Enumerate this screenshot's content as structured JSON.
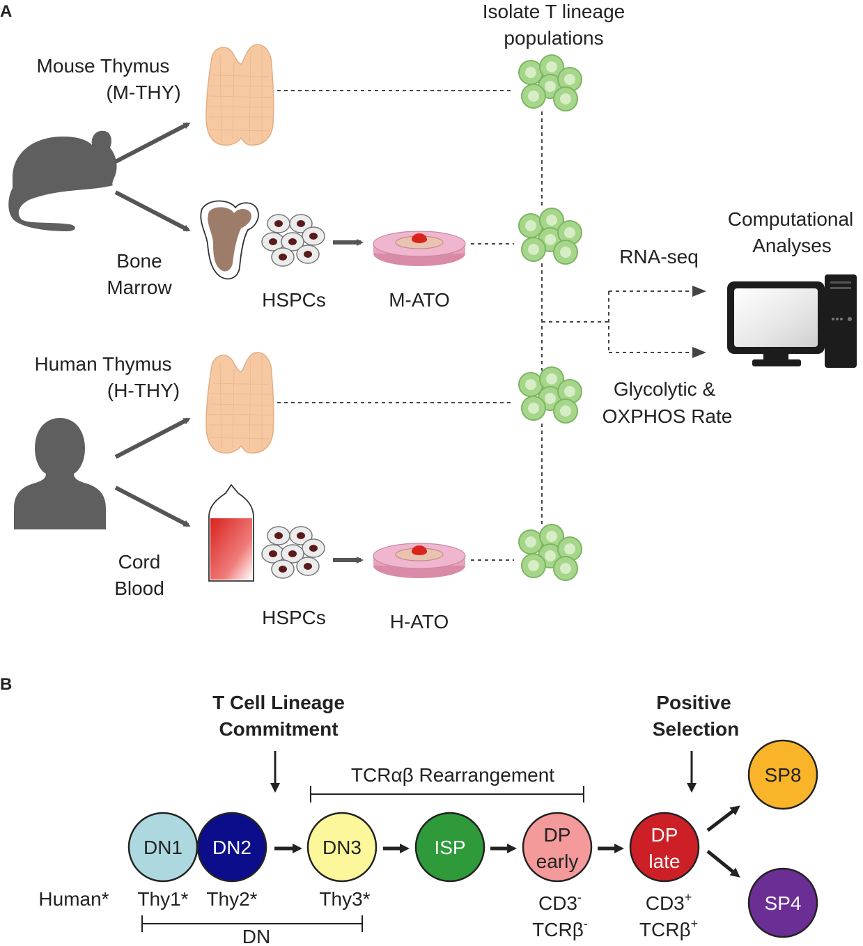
{
  "panel_a": {
    "letter": "A",
    "mouse_thymus": [
      "Mouse Thymus",
      "(M-THY)"
    ],
    "bone_marrow": [
      "Bone",
      "Marrow"
    ],
    "human_thymus": [
      "Human Thymus",
      "(H-THY)"
    ],
    "cord_blood": [
      "Cord",
      "Blood"
    ],
    "hspcs_top": "HSPCs",
    "hspcs_bottom": "HSPCs",
    "m_ato": "M-ATO",
    "h_ato": "H-ATO",
    "isolate": [
      "Isolate T lineage",
      "populations"
    ],
    "rna_seq": "RNA-seq",
    "glycolytic": [
      "Glycolytic &",
      "OXPHOS Rate"
    ],
    "computational": [
      "Computational",
      "Analyses"
    ]
  },
  "panel_b": {
    "letter": "B",
    "commitment": [
      "T Cell Lineage",
      "Commitment"
    ],
    "positive_selection": [
      "Positive",
      "Selection"
    ],
    "rearrangement": "TCRαβ Rearrangement",
    "human_label": "Human*",
    "nodes": [
      {
        "id": "dn1",
        "lines": [
          "DN1"
        ],
        "color": "#add8e0",
        "text_color": "#222222"
      },
      {
        "id": "dn2",
        "lines": [
          "DN2"
        ],
        "color": "#0b0d8a",
        "text_color": "#ffffff"
      },
      {
        "id": "dn3",
        "lines": [
          "DN3"
        ],
        "color": "#fbf79a",
        "text_color": "#222222"
      },
      {
        "id": "isp",
        "lines": [
          "ISP"
        ],
        "color": "#2e9a3a",
        "text_color": "#ffffff"
      },
      {
        "id": "dp-early",
        "lines": [
          "DP",
          "early"
        ],
        "color": "#f49a9a",
        "text_color": "#222222"
      },
      {
        "id": "dp-late",
        "lines": [
          "DP",
          "late"
        ],
        "color": "#cc2026",
        "text_color": "#ffffff"
      },
      {
        "id": "sp8",
        "lines": [
          "SP8"
        ],
        "color": "#f9b42a",
        "text_color": "#222222"
      },
      {
        "id": "sp4",
        "lines": [
          "SP4"
        ],
        "color": "#6a2e94",
        "text_color": "#ffffff"
      }
    ],
    "thy1": "Thy1*",
    "thy2": "Thy2*",
    "thy3": "Thy3*",
    "dn_label": "DN",
    "cd3_neg": {
      "base": "CD3",
      "sup": "-"
    },
    "tcrb_neg": {
      "base": "TCRβ",
      "sup": "-"
    },
    "cd3_pos": {
      "base": "CD3",
      "sup": "+"
    },
    "tcrb_pos": {
      "base": "TCRβ",
      "sup": "+"
    }
  },
  "colors": {
    "silhouette": "#5f5f5f",
    "arrow": "#555555",
    "thymus": "#f6c9a2",
    "cell_green": "#a6d68a",
    "dish_pink": "#f1b6cf"
  }
}
